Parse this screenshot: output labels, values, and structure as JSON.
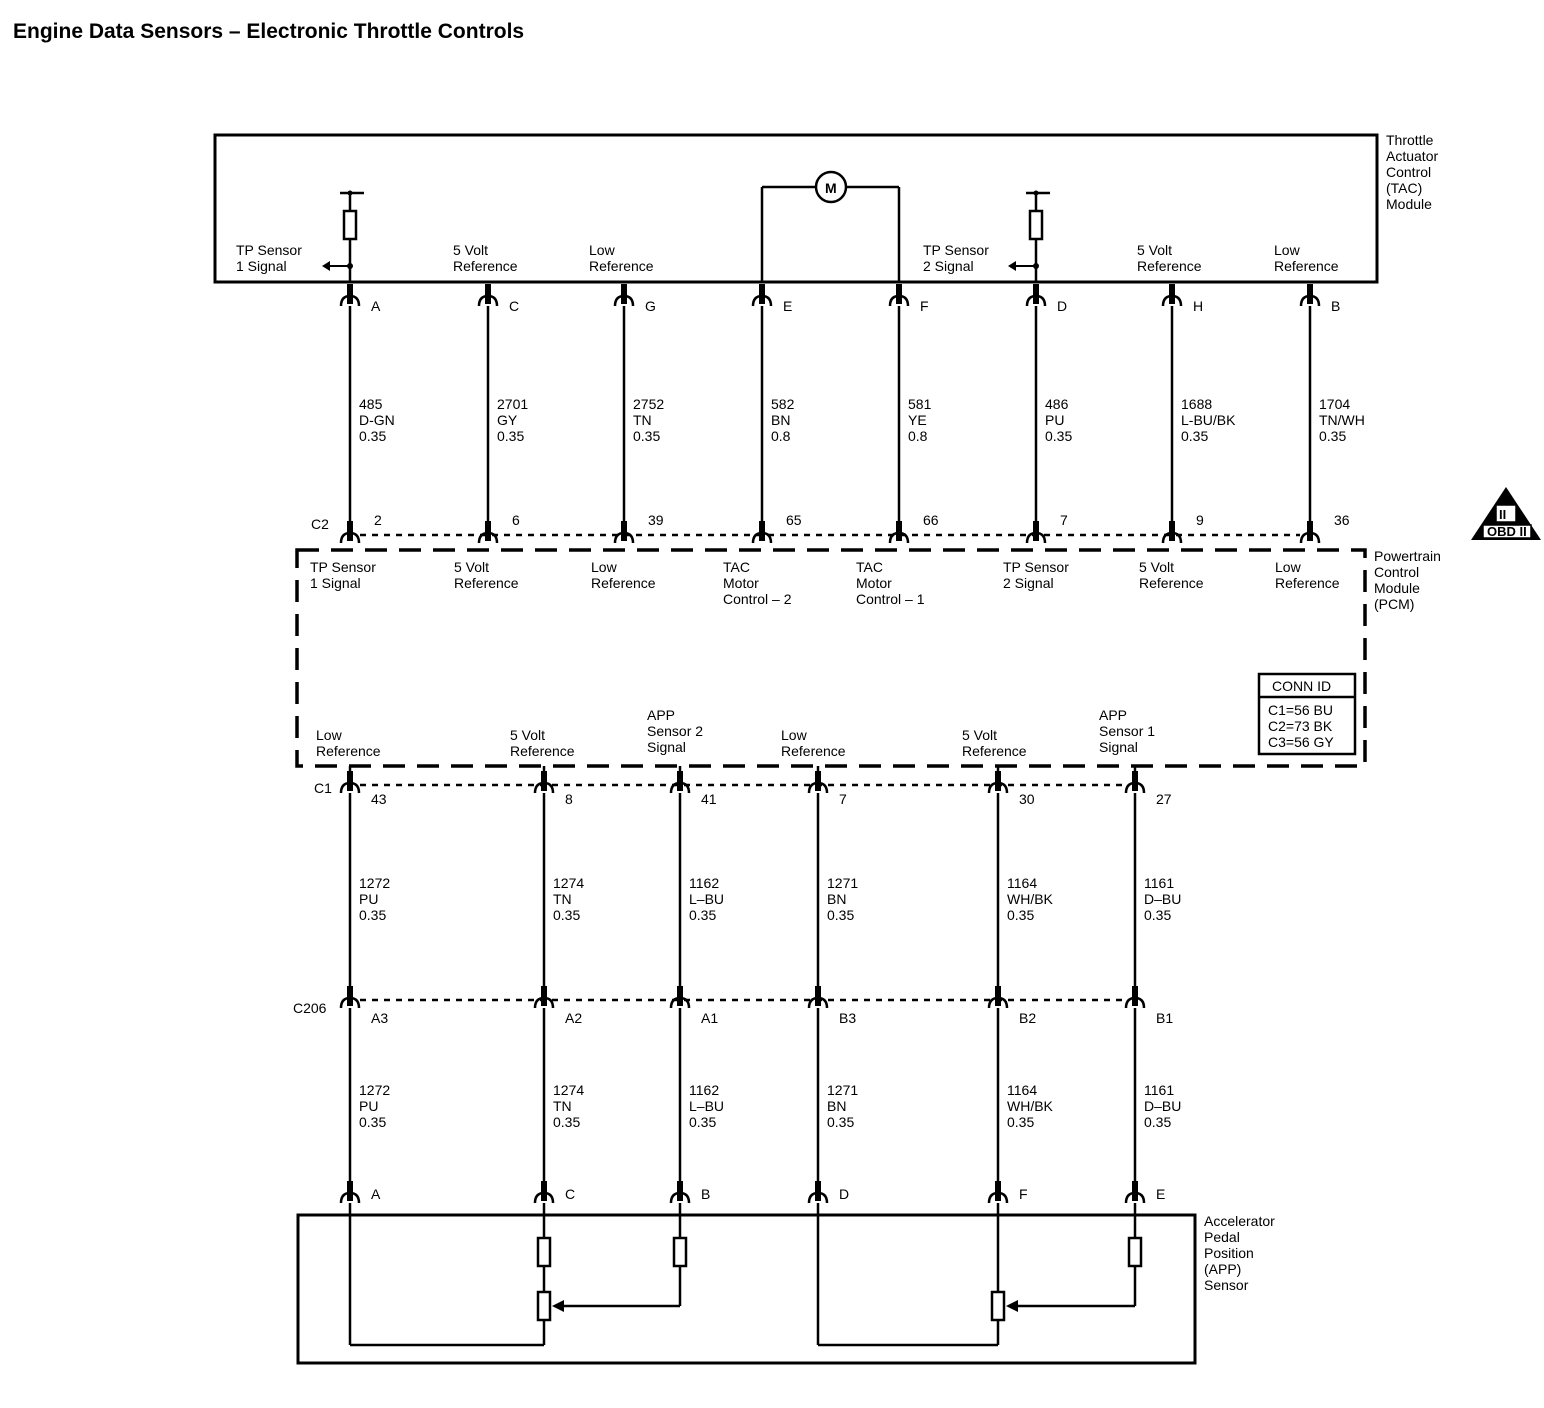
{
  "title": "Engine Data Sensors – Electronic Throttle Controls",
  "tac_module": {
    "name": [
      "Throttle",
      "Actuator",
      "Control",
      "(TAC)",
      "Module"
    ],
    "motor_label": "M",
    "circuits": [
      {
        "label": [
          "TP Sensor",
          "1 Signal"
        ],
        "pin": "A",
        "wire": [
          "485",
          "D-GN",
          "0.35"
        ],
        "pcm_pin": "2"
      },
      {
        "label": [
          "5 Volt",
          "Reference"
        ],
        "pin": "C",
        "wire": [
          "2701",
          "GY",
          "0.35"
        ],
        "pcm_pin": "6"
      },
      {
        "label": [
          "Low",
          "Reference"
        ],
        "pin": "G",
        "wire": [
          "2752",
          "TN",
          "0.35"
        ],
        "pcm_pin": "39"
      },
      {
        "label": [],
        "pin": "E",
        "wire": [
          "582",
          "BN",
          "0.8"
        ],
        "pcm_pin": "65"
      },
      {
        "label": [],
        "pin": "F",
        "wire": [
          "581",
          "YE",
          "0.8"
        ],
        "pcm_pin": "66"
      },
      {
        "label": [
          "TP Sensor",
          "2 Signal"
        ],
        "pin": "D",
        "wire": [
          "486",
          "PU",
          "0.35"
        ],
        "pcm_pin": "7"
      },
      {
        "label": [
          "5 Volt",
          "Reference"
        ],
        "pin": "H",
        "wire": [
          "1688",
          "L-BU/BK",
          "0.35"
        ],
        "pcm_pin": "9"
      },
      {
        "label": [
          "Low",
          "Reference"
        ],
        "pin": "B",
        "wire": [
          "1704",
          "TN/WH",
          "0.35"
        ],
        "pcm_pin": "36"
      }
    ]
  },
  "pcm": {
    "name": [
      "Powertrain",
      "Control",
      "Module",
      "(PCM)"
    ],
    "connector_top": "C2",
    "connector_bottom": "C1",
    "top_labels": [
      [
        "TP Sensor",
        "1 Signal"
      ],
      [
        "5 Volt",
        "Reference"
      ],
      [
        "Low",
        "Reference"
      ],
      [
        "TAC",
        "Motor",
        "Control – 2"
      ],
      [
        "TAC",
        "Motor",
        "Control – 1"
      ],
      [
        "TP Sensor",
        "2 Signal"
      ],
      [
        "5 Volt",
        "Reference"
      ],
      [
        "Low",
        "Reference"
      ]
    ],
    "bottom_labels": [
      [
        "Low",
        "Reference"
      ],
      [
        "5 Volt",
        "Reference"
      ],
      [
        "APP",
        "Sensor 2",
        "Signal"
      ],
      [
        "Low",
        "Reference"
      ],
      [
        "5 Volt",
        "Reference"
      ],
      [
        "APP",
        "Sensor 1",
        "Signal"
      ]
    ],
    "conn_id": {
      "header": "CONN ID",
      "rows": [
        "C1=56 BU",
        "C2=73 BK",
        "C3=56 GY"
      ]
    }
  },
  "obd_badge": {
    "numeral": "II",
    "text": "OBD II"
  },
  "lower_circuits": {
    "inline_connector": "C206",
    "columns": [
      {
        "pcm_pin": "43",
        "wire": [
          "1272",
          "PU",
          "0.35"
        ],
        "inline_pin": "A3",
        "app_pin": "A"
      },
      {
        "pcm_pin": "8",
        "wire": [
          "1274",
          "TN",
          "0.35"
        ],
        "inline_pin": "A2",
        "app_pin": "C"
      },
      {
        "pcm_pin": "41",
        "wire": [
          "1162",
          "L–BU",
          "0.35"
        ],
        "inline_pin": "A1",
        "app_pin": "B"
      },
      {
        "pcm_pin": "7",
        "wire": [
          "1271",
          "BN",
          "0.35"
        ],
        "inline_pin": "B3",
        "app_pin": "D"
      },
      {
        "pcm_pin": "30",
        "wire": [
          "1164",
          "WH/BK",
          "0.35"
        ],
        "inline_pin": "B2",
        "app_pin": "F"
      },
      {
        "pcm_pin": "27",
        "wire": [
          "1161",
          "D–BU",
          "0.35"
        ],
        "inline_pin": "B1",
        "app_pin": "E"
      }
    ]
  },
  "app_sensor": {
    "name": [
      "Accelerator",
      "Pedal",
      "Position",
      "(APP)",
      "Sensor"
    ]
  }
}
